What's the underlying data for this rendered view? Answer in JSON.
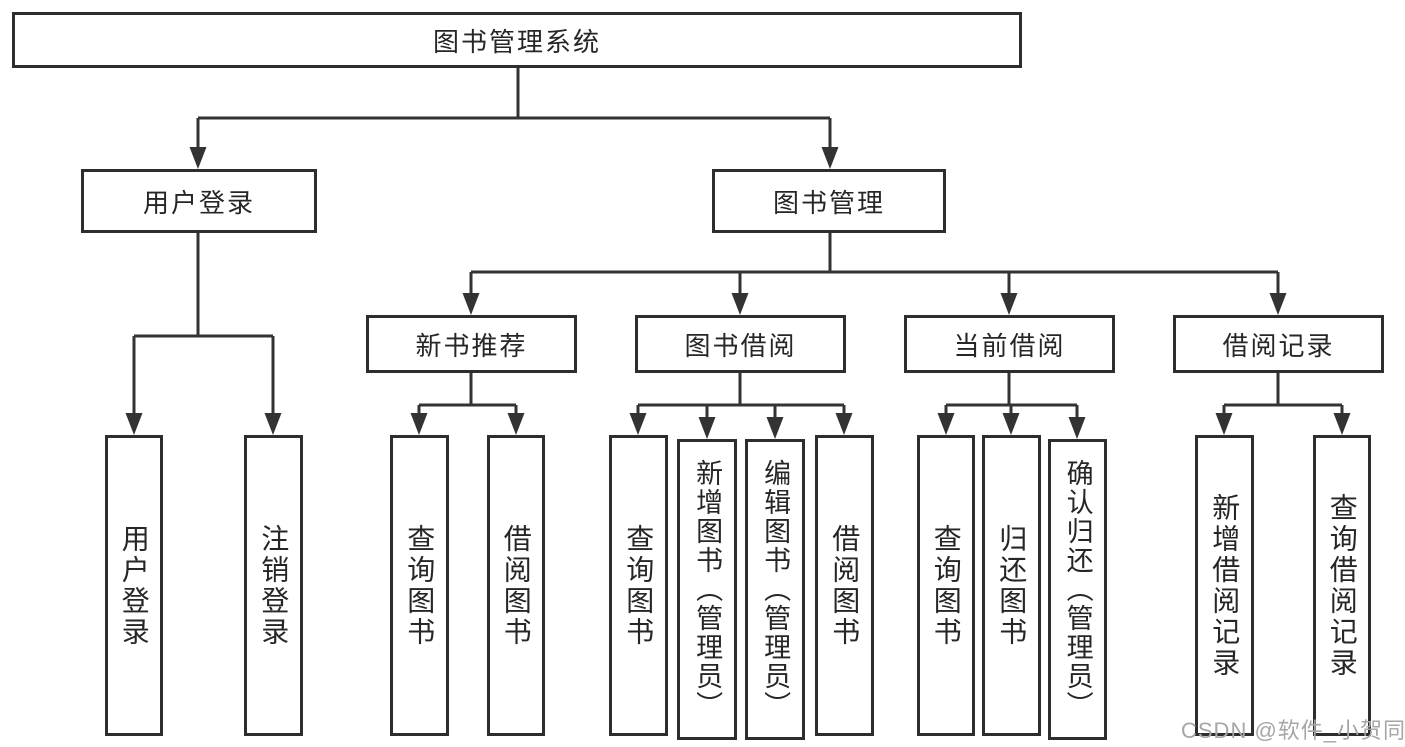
{
  "page": {
    "watermark": "CSDN @软件_小贺同学"
  },
  "colors": {
    "background": "#ffffff",
    "line": "#333333",
    "box_border": "#2d2d2d",
    "text": "#262626",
    "watermark": "#a6a6a6"
  },
  "tree": {
    "root": {
      "label": "图书管理系统",
      "children": [
        {
          "label": "用户登录",
          "children": [
            {
              "label": "用户登录"
            },
            {
              "label": "注销登录"
            }
          ]
        },
        {
          "label": "图书管理",
          "children": [
            {
              "label": "新书推荐",
              "children": [
                {
                  "label": "查询图书"
                },
                {
                  "label": "借阅图书"
                }
              ]
            },
            {
              "label": "图书借阅",
              "children": [
                {
                  "label": "查询图书"
                },
                {
                  "label": "新增图书（管理员）"
                },
                {
                  "label": "编辑图书（管理员）"
                },
                {
                  "label": "借阅图书"
                }
              ]
            },
            {
              "label": "当前借阅",
              "children": [
                {
                  "label": "查询图书"
                },
                {
                  "label": "归还图书"
                },
                {
                  "label": "确认归还（管理员）"
                }
              ]
            },
            {
              "label": "借阅记录",
              "children": [
                {
                  "label": "新增借阅记录"
                },
                {
                  "label": "查询借阅记录"
                }
              ]
            }
          ]
        }
      ]
    }
  }
}
